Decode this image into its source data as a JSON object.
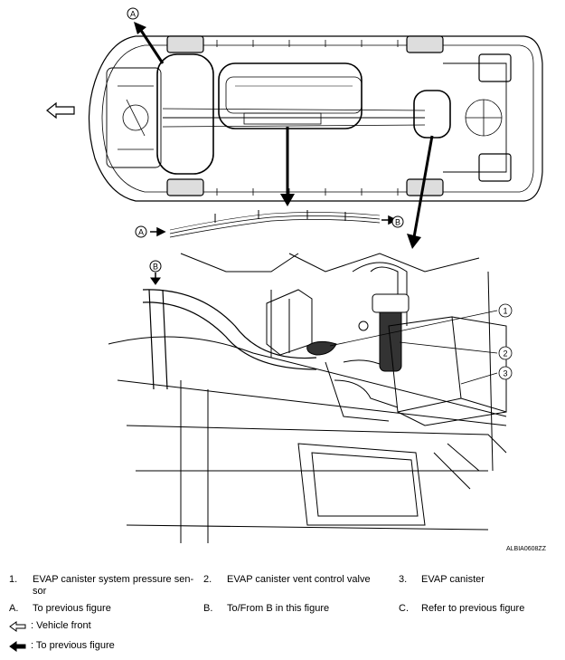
{
  "figure_id": "ALBIA0608ZZ",
  "callouts": {
    "a": "A",
    "b": "B",
    "n1": "1",
    "n2": "2",
    "n3": "3"
  },
  "legend": {
    "items": [
      {
        "marker": "1.",
        "text_line1": "EVAP canister system pressure sen-",
        "text_line2": "sor"
      },
      {
        "marker": "2.",
        "text_line1": "EVAP canister vent control valve"
      },
      {
        "marker": "3.",
        "text_line1": "EVAP canister"
      },
      {
        "marker": "A.",
        "text_line1": "To previous figure"
      },
      {
        "marker": "B.",
        "text_line1": "To/From B in this figure"
      },
      {
        "marker": "C.",
        "text_line1": "Refer to previous figure"
      }
    ],
    "symbols": [
      {
        "icon": "hollow-arrow-left-icon",
        "text": ": Vehicle front"
      },
      {
        "icon": "solid-arrow-left-icon",
        "text": ": To previous figure"
      }
    ]
  }
}
